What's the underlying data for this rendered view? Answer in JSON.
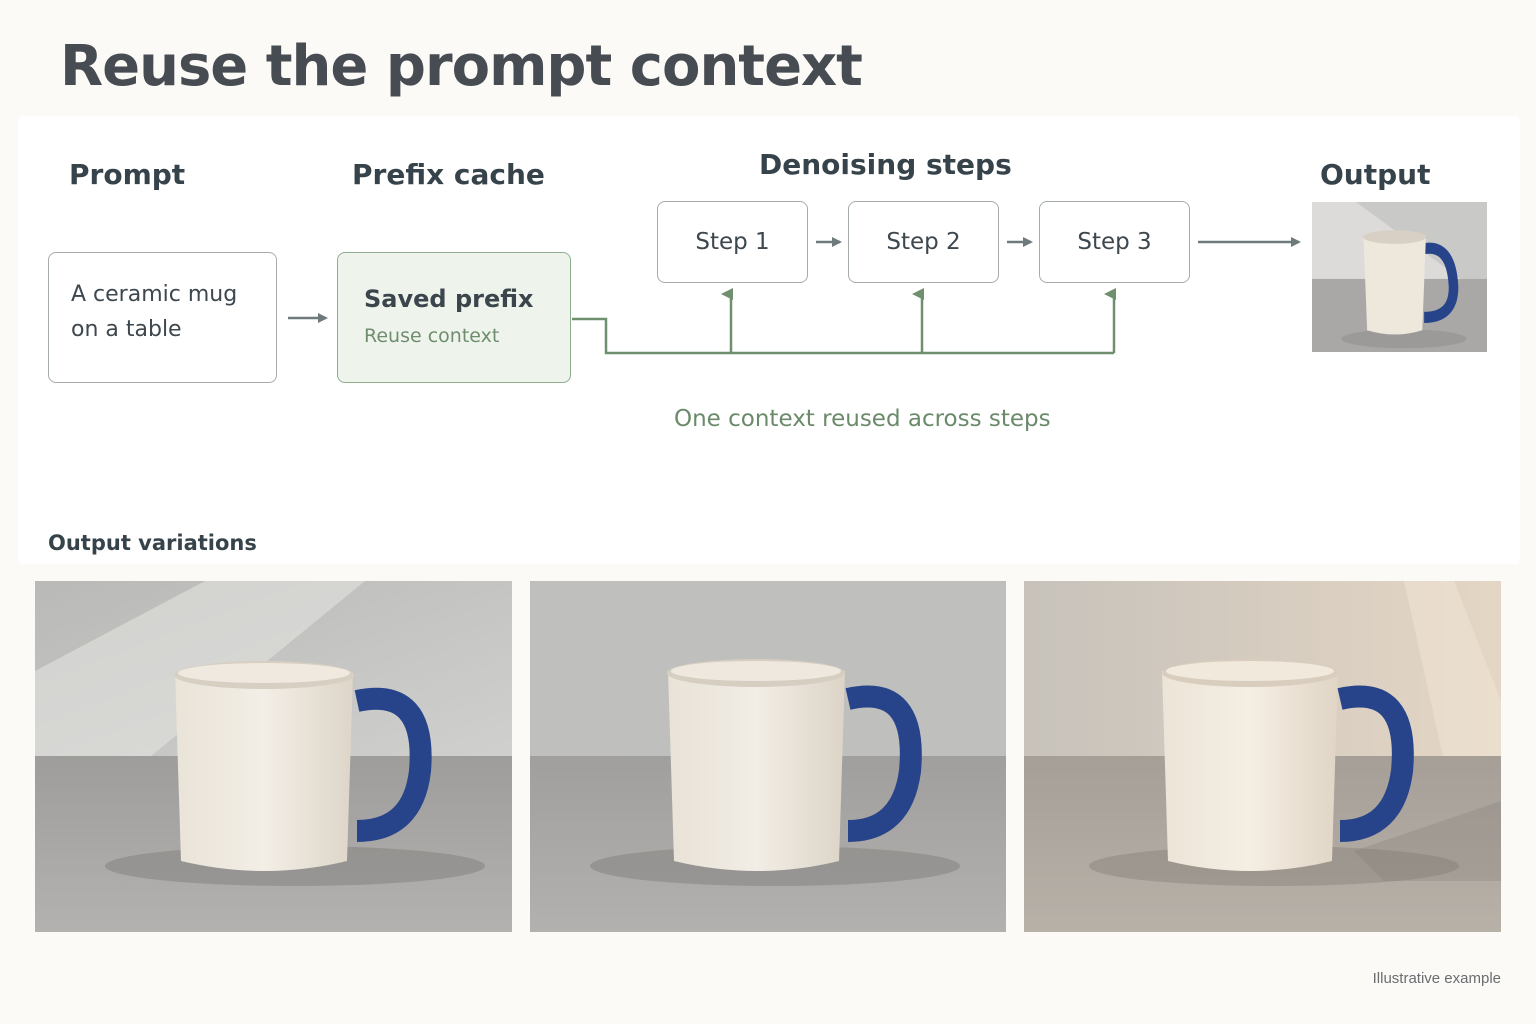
{
  "title": "Reuse the prompt context",
  "columns": {
    "prompt": "Prompt",
    "prefix_cache": "Prefix cache",
    "denoising": "Denoising steps",
    "output": "Output"
  },
  "prompt_box": {
    "line1": "A ceramic mug",
    "line2": "on a table"
  },
  "cache_box": {
    "title": "Saved prefix",
    "subtitle": "Reuse context"
  },
  "steps": [
    {
      "label": "Step 1"
    },
    {
      "label": "Step 2"
    },
    {
      "label": "Step 3"
    }
  ],
  "reuse_caption": "One context reused across steps",
  "variations_label": "Output variations",
  "footnote": "Illustrative example",
  "colors": {
    "accent_green": "#6f8f6f",
    "arrow_gray": "#6f7a7d",
    "mug_handle": "#27438a",
    "mug_body": "#ede7dc",
    "cache_fill": "#eef4ec"
  },
  "images": [
    {
      "icon": "mug-photo",
      "lighting": "cool"
    },
    {
      "icon": "mug-photo",
      "lighting": "neutral"
    },
    {
      "icon": "mug-photo",
      "lighting": "warm"
    }
  ]
}
